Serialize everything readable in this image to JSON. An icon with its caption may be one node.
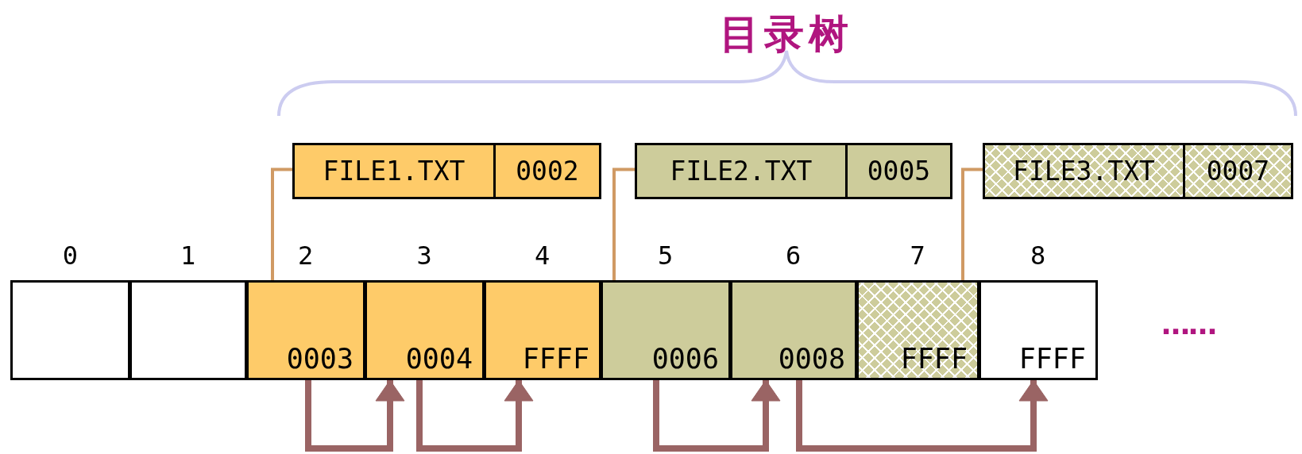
{
  "diagram": {
    "title": "目录树",
    "nodes": [
      {
        "text": [
          "FILE1.TXT",
          "0002"
        ]
      },
      {
        "text": [
          "FILE2.TXT",
          "0005"
        ]
      },
      {
        "text": [
          "FILE3.TXT",
          "0007"
        ]
      },
      {
        "text": [],
        "shape": "box",
        "beside": [
          "0"
        ]
      },
      {
        "text": [],
        "shape": "box",
        "beside": [
          "1"
        ]
      },
      {
        "text": [
          "0003"
        ],
        "beside": [
          "2"
        ]
      },
      {
        "text": [
          "0004"
        ],
        "beside": [
          "3"
        ]
      },
      {
        "text": [
          "FFFF"
        ],
        "beside": [
          "4"
        ]
      },
      {
        "text": [
          "0006"
        ],
        "beside": [
          "5"
        ]
      },
      {
        "text": [
          "0008"
        ],
        "beside": [
          "6"
        ]
      },
      {
        "text": [
          "FFFF"
        ],
        "beside": [
          "7"
        ]
      },
      {
        "text": [
          "FFFF"
        ],
        "beside": [
          "8"
        ]
      }
    ],
    "edges": [
      {
        "from": 0,
        "to": 5,
        "arrow": "none",
        "color": "#d09a64"
      },
      {
        "from": 1,
        "to": 8,
        "arrow": "none",
        "color": "#d09a64"
      },
      {
        "from": 2,
        "to": 10,
        "arrow": "none",
        "color": "#d09a64"
      },
      {
        "from": 5,
        "to": 6,
        "arrow": "to"
      },
      {
        "from": 6,
        "to": 7,
        "arrow": "to"
      },
      {
        "from": 8,
        "to": 9,
        "arrow": "to"
      },
      {
        "from": 9,
        "to": 11,
        "arrow": "to"
      }
    ],
    "labels": [
      "……"
    ]
  }
}
